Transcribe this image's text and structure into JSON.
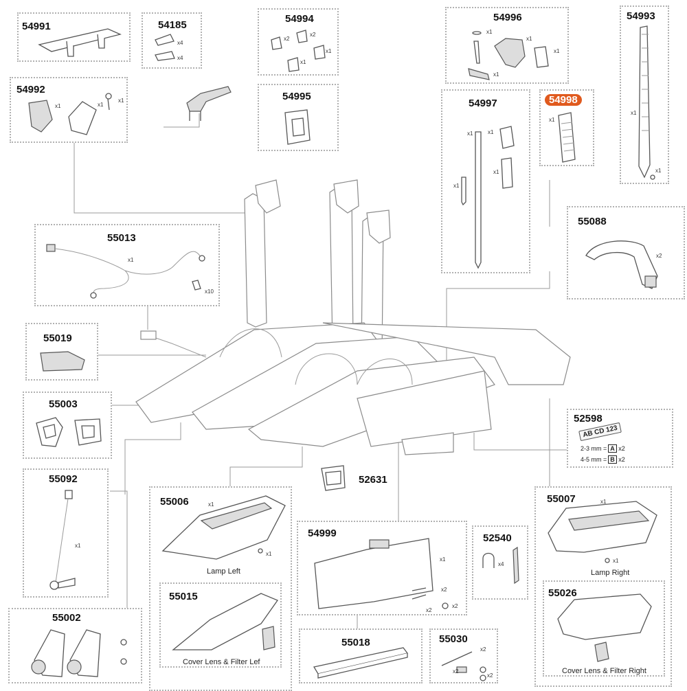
{
  "parts": {
    "p54991": {
      "number": "54991"
    },
    "p54185": {
      "number": "54185",
      "qty_a": "x4",
      "qty_b": "x4"
    },
    "p54994": {
      "number": "54994",
      "qty_a": "x2",
      "qty_b": "x2",
      "qty_c": "x1",
      "qty_d": "x1"
    },
    "p54995": {
      "number": "54995"
    },
    "p54996": {
      "number": "54996",
      "qty_a": "x1",
      "qty_b": "x1",
      "qty_c": "x1",
      "qty_d": "x1"
    },
    "p54993": {
      "number": "54993",
      "qty_a": "x1",
      "qty_b": "x1"
    },
    "p54992": {
      "number": "54992",
      "qty_a": "x1",
      "qty_b": "x1",
      "qty_c": "x1"
    },
    "p54997": {
      "number": "54997",
      "qty_a": "x1",
      "qty_b": "x1",
      "qty_c": "x1",
      "qty_d": "x1"
    },
    "p54998": {
      "number": "54998",
      "qty_a": "x1"
    },
    "p55013": {
      "number": "55013",
      "qty_a": "x1",
      "qty_b": "x10"
    },
    "p55088": {
      "number": "55088",
      "qty_a": "x2"
    },
    "p55019": {
      "number": "55019"
    },
    "p55003": {
      "number": "55003"
    },
    "p52598": {
      "number": "52598",
      "plate_text": "AB CD 123",
      "line1": "2-3 mm =",
      "letter1": "A",
      "qty1": "x2",
      "line2": "4-5 mm =",
      "letter2": "B",
      "qty2": "x2"
    },
    "p55092": {
      "number": "55092",
      "qty_a": "x1"
    },
    "p52631": {
      "number": "52631"
    },
    "p55006": {
      "number": "55006",
      "qty_a": "x1",
      "qty_b": "x1",
      "caption": "Lamp Left"
    },
    "p55015": {
      "number": "55015",
      "caption": "Cover Lens & Filter Lef"
    },
    "p54999": {
      "number": "54999",
      "qty_a": "x1",
      "qty_b": "x2",
      "qty_c": "x2",
      "qty_d": "x2"
    },
    "p52540": {
      "number": "52540",
      "qty_a": "x4"
    },
    "p55007": {
      "number": "55007",
      "qty_a": "x1",
      "qty_b": "x1",
      "caption": "Lamp Right"
    },
    "p55026": {
      "number": "55026",
      "caption": "Cover Lens & Filter Right"
    },
    "p55002": {
      "number": "55002"
    },
    "p55018": {
      "number": "55018"
    },
    "p55030": {
      "number": "55030",
      "qty_a": "x2",
      "qty_b": "x2",
      "qty_c": "x2"
    }
  },
  "highlight_color": "#e05a1e"
}
